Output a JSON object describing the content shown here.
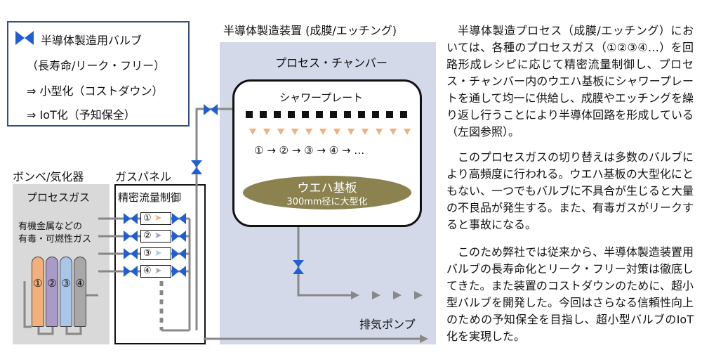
{
  "legend": {
    "item1": "半導体製造用バルブ",
    "item2": "（長寿命/リーク・フリー）",
    "item3": "⇒ 小型化（コストダウン）",
    "item4": "⇒ IoT化（予知保全）"
  },
  "labels": {
    "equipment_title": "半導体製造装置 (成膜/エッチング)",
    "chamber_title": "プロセス・チャンバー",
    "shower_plate": "シャワープレート",
    "sequence": "① → ② → ③ → ④ → …",
    "wafer": "ウエハ基板",
    "wafer_size": "300mm径に大型化",
    "bombe": "ボンベ/気化器",
    "gas_panel": "ガスパネル",
    "process_gas": "プロセスガス",
    "flow_control": "精密流量制御",
    "gas_desc1": "有機金属などの",
    "gas_desc2": "有毒・可燃性ガス",
    "exhaust": "排気ポンプ"
  },
  "cylinders": [
    "①",
    "②",
    "③",
    "④"
  ],
  "steps": [
    "①",
    "②",
    "③",
    "④"
  ],
  "colors": {
    "valve": "#1f5fd6",
    "cyl1": "#f2b07a",
    "cyl2": "#a99ac8",
    "cyl3": "#a9c6e8",
    "cyl4": "#a8a8a8",
    "wafer": "#8b8250",
    "equipment_bg": "#d3d9e8"
  },
  "paragraphs": [
    "半導体製造プロセス（成膜/エッチング）においては、各種のプロセスガス（①②③④…）を回路形成レシピに応じて精密流量制御し、プロセス・チャンバー内のウエハ基板にシャワープレートを通して均一に供給し、成膜やエッチングを繰り返し行うことにより半導体回路を形成している（左図参照）。",
    "このプロセスガスの切り替えは多数のバルブにより高頻度に行われる。ウエハ基板の大型化にともない、一つでもバルブに不具合が生じると大量の不良品が発生する。また、有毒ガスがリークすると事故になる。",
    "このため弊社では従来から、半導体製造装置用バルブの長寿命化とリーク・フリー対策は徹底してきた。また装置のコストダウンのために、超小型バルブを開発した。今回はさらなる信頼性向上のための予知保全を目指し、超小型バルブのIoT化を実現した。"
  ]
}
